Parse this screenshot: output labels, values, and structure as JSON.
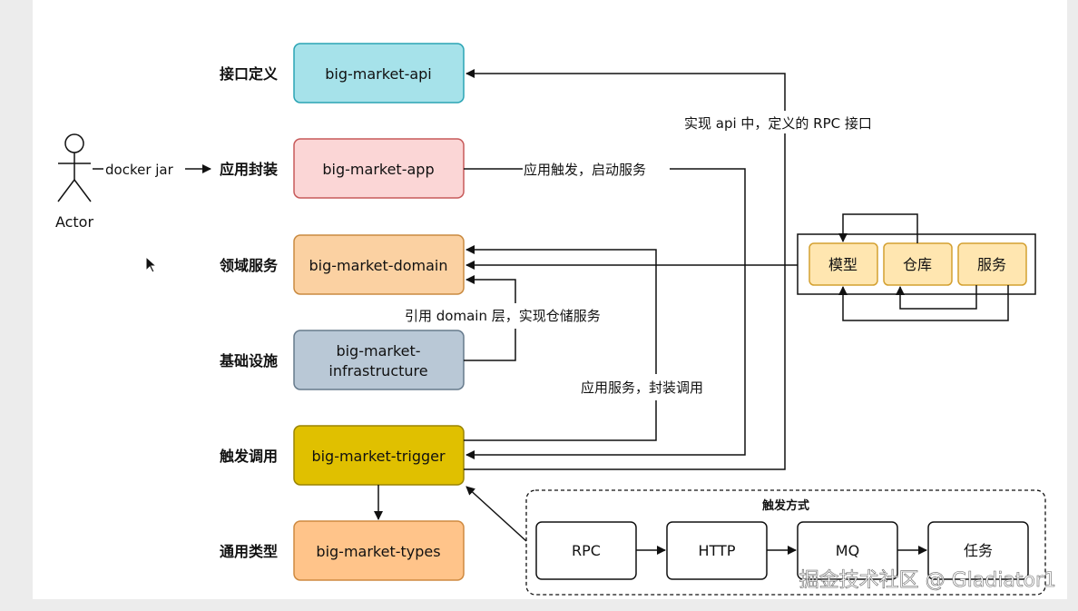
{
  "layers": [
    {
      "id": "api",
      "label": "接口定义",
      "module": "big-market-api",
      "fill": "#a6e2ea",
      "stroke": "#2aa4b4"
    },
    {
      "id": "app",
      "label": "应用封装",
      "module": "big-market-app",
      "fill": "#fbd6d6",
      "stroke": "#c75a5a"
    },
    {
      "id": "domain",
      "label": "领域服务",
      "module": "big-market-domain",
      "fill": "#fbd1a2",
      "stroke": "#c98a40"
    },
    {
      "id": "infrastructure",
      "label": "基础设施",
      "module_line1": "big-market-",
      "module_line2": "infrastructure",
      "fill": "#b9c8d6",
      "stroke": "#667a8c"
    },
    {
      "id": "trigger",
      "label": "触发调用",
      "module": "big-market-trigger",
      "fill": "#e0c000",
      "stroke": "#9a8400"
    },
    {
      "id": "types",
      "label": "通用类型",
      "module": "big-market-types",
      "fill": "#ffc48a",
      "stroke": "#cf8a40"
    }
  ],
  "actor": {
    "label": "Actor"
  },
  "edges": {
    "actor_to_app": "docker jar",
    "app_to_trigger": "应用触发，启动服务",
    "trigger_to_api": "实现 api 中，定义的 RPC 接口",
    "infra_to_domain": "引用 domain 层，实现仓储服务",
    "trigger_to_domain": "应用服务，封装调用"
  },
  "domain_parts": {
    "items": [
      "模型",
      "仓库",
      "服务"
    ],
    "fill": "#ffe6b0",
    "stroke": "#d4a030"
  },
  "trigger_methods": {
    "title": "触发方式",
    "items": [
      "RPC",
      "HTTP",
      "MQ",
      "任务"
    ]
  },
  "watermark": "掘金技术社区 @ Gladiator1",
  "colors": {
    "line": "#111111",
    "background": "#ffffff",
    "page": "#ececec"
  }
}
